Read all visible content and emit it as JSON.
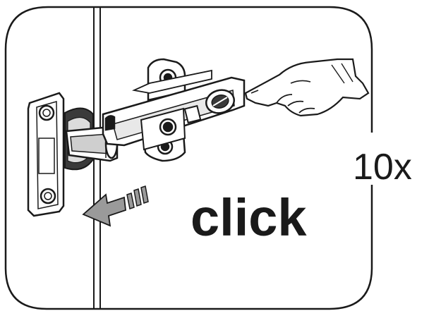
{
  "labels": {
    "action_word": "click",
    "repeat_count": "10x"
  },
  "colors": {
    "ink": "#1a1a1a",
    "arrow": "#9a9a9a",
    "background": "#ffffff"
  },
  "icons": [
    "door-edge",
    "hinge-cup",
    "hinge-arm",
    "mounting-plate",
    "pointing-hand",
    "slide-arrow"
  ]
}
